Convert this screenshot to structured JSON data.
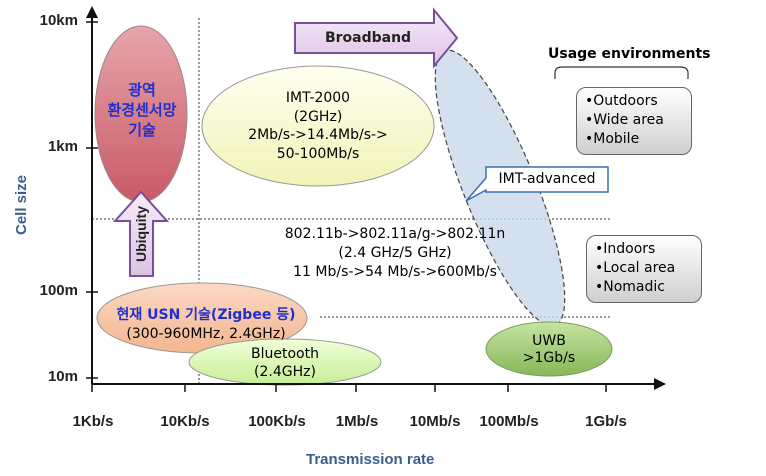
{
  "axes": {
    "y_title": "Cell size",
    "x_title": "Transmission rate",
    "y_ticks": [
      "10km",
      "1km",
      "100m",
      "10m"
    ],
    "x_ticks": [
      "1Kb/s",
      "10Kb/s",
      "100Kb/s",
      "1Mb/s",
      "10Mb/s",
      "100Mb/s",
      "1Gb/s"
    ]
  },
  "broadband_arrow": {
    "label": "Broadband"
  },
  "ubiquity_arrow": {
    "label": "Ubiquity"
  },
  "usn_korean": {
    "lines": [
      "광역",
      "환경센서망",
      "기술"
    ]
  },
  "imt2000": {
    "lines": [
      "IMT-2000",
      "(2GHz)",
      "2Mb/s->14.4Mb/s->",
      "50-100Mb/s"
    ]
  },
  "imt_advanced": {
    "label": "IMT-advanced"
  },
  "wlan": {
    "lines": [
      "802.11b->802.11a/g->802.11n",
      "(2.4 GHz/5 GHz)",
      "11 Mb/s->54 Mb/s->600Mb/s"
    ]
  },
  "usn_current": {
    "lines": [
      "현재 USN 기술(Zigbee 등)",
      "(300-960MHz, 2.4GHz)"
    ]
  },
  "bluetooth": {
    "lines": [
      "Bluetooth",
      "(2.4GHz)"
    ]
  },
  "uwb": {
    "lines": [
      "UWB",
      ">1Gb/s"
    ]
  },
  "usage": {
    "title": "Usage environments",
    "outdoor": [
      "•Outdoors",
      "•Wide area",
      "•Mobile"
    ],
    "indoor": [
      "•Indoors",
      "•Local area",
      "•Nomadic"
    ]
  },
  "colors": {
    "axis": "#111111",
    "arrow_fill": "#e9d6ee",
    "arrow_stroke": "#7a4f9a",
    "usn_korean_fill": "#d4707a",
    "imt2000_fill": "#fbfbd0",
    "bluetooth_fill": "#d8f5b0",
    "uwb_fill": "#9fca70",
    "imt_advanced_fill": "#c9d8ea",
    "korean_text": "#1f2fd0"
  }
}
